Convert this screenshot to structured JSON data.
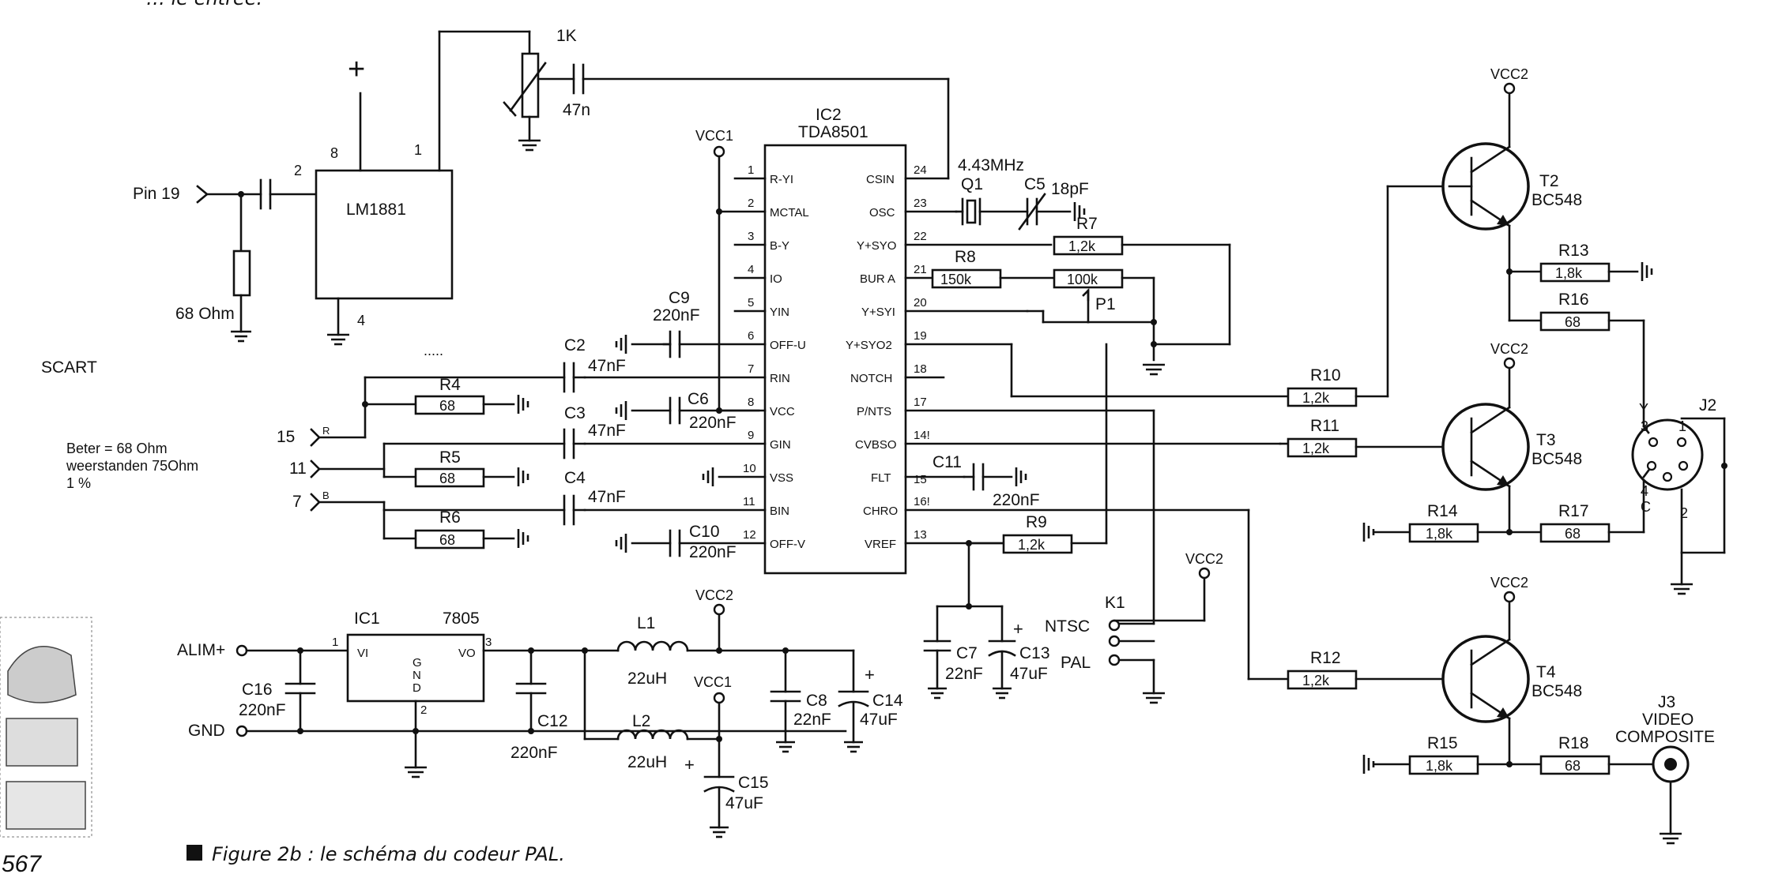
{
  "header_fragment": "… le entrée.",
  "caption": "Figure 2b : le schéma du codeur PAL.",
  "margin_number": "567",
  "notes": {
    "scart": "SCART",
    "beter_line1": "Beter = 68 Ohm",
    "beter_line2": "weerstanden 75Ohm",
    "beter_line3": "1 %"
  },
  "connectors": {
    "pin19": "Pin 19",
    "pin15": "15",
    "pin11": "11",
    "pin7": "7",
    "alim": "ALIM+",
    "gnd": "GND",
    "plus": "+"
  },
  "ics": {
    "lm1881": {
      "name": "LM1881",
      "pins": [
        "2",
        "8",
        "1",
        "4"
      ]
    },
    "ic2": {
      "ref": "IC2",
      "name": "TDA8501",
      "left_pins": [
        {
          "num": "1",
          "name": "R-YI"
        },
        {
          "num": "2",
          "name": "MCTAL"
        },
        {
          "num": "3",
          "name": "B-Y"
        },
        {
          "num": "4",
          "name": "IO"
        },
        {
          "num": "5",
          "name": "YIN"
        },
        {
          "num": "6",
          "name": "OFF-U"
        },
        {
          "num": "7",
          "name": "RIN"
        },
        {
          "num": "8",
          "name": "VCC"
        },
        {
          "num": "9",
          "name": "GIN"
        },
        {
          "num": "10",
          "name": "VSS"
        },
        {
          "num": "11",
          "name": "BIN"
        },
        {
          "num": "12",
          "name": "OFF-V"
        }
      ],
      "right_pins": [
        {
          "num": "24",
          "name": "CSIN"
        },
        {
          "num": "23",
          "name": "OSC"
        },
        {
          "num": "22",
          "name": "Y+SYO"
        },
        {
          "num": "21",
          "name": "BUR A"
        },
        {
          "num": "20",
          "name": "Y+SYI"
        },
        {
          "num": "19",
          "name": "Y+SYO2"
        },
        {
          "num": "18",
          "name": "NOTCH"
        },
        {
          "num": "17",
          "name": "P/NTS"
        },
        {
          "num": "14!",
          "name": "CVBSO"
        },
        {
          "num": "15",
          "name": "FLT"
        },
        {
          "num": "16!",
          "name": "CHRO"
        },
        {
          "num": "13",
          "name": "VREF"
        }
      ]
    },
    "ic1": {
      "ref": "IC1",
      "name": "7805",
      "vi": "VI",
      "vo": "VO",
      "gnd": "GND",
      "pins": [
        "1",
        "3",
        "2"
      ]
    }
  },
  "supplies": {
    "vcc1": "VCC1",
    "vcc2": "VCC2"
  },
  "resistors": {
    "r4": {
      "ref": "R4",
      "value": "68"
    },
    "r5": {
      "ref": "R5",
      "value": "68"
    },
    "r6": {
      "ref": "R6",
      "value": "68"
    },
    "r68": {
      "value": "68 Ohm"
    },
    "r7": {
      "ref": "R7",
      "value": "1,2k"
    },
    "r8": {
      "ref": "R8",
      "value": "150k"
    },
    "p1": {
      "ref": "P1",
      "value": "100k"
    },
    "r9": {
      "ref": "R9",
      "value": "1,2k"
    },
    "r10": {
      "ref": "R10",
      "value": "1,2k"
    },
    "r11": {
      "ref": "R11",
      "value": "1,2k"
    },
    "r12": {
      "ref": "R12",
      "value": "1,2k"
    },
    "r13": {
      "ref": "R13",
      "value": "1,8k"
    },
    "r14": {
      "ref": "R14",
      "value": "1,8k"
    },
    "r15": {
      "ref": "R15",
      "value": "1,8k"
    },
    "r16": {
      "ref": "R16",
      "value": "68"
    },
    "r17": {
      "ref": "R17",
      "value": "68"
    },
    "r18": {
      "ref": "R18",
      "value": "68"
    },
    "pot1k": {
      "value": "1K"
    }
  },
  "capacitors": {
    "c47n": {
      "value": "47n"
    },
    "c2": {
      "ref": "C2",
      "value": "47nF"
    },
    "c3": {
      "ref": "C3",
      "value": "47nF"
    },
    "c4": {
      "ref": "C4",
      "value": "47nF"
    },
    "c9": {
      "ref": "C9",
      "value": "220nF"
    },
    "c6": {
      "ref": "C6",
      "value": "220nF"
    },
    "c10": {
      "ref": "C10",
      "value": "220nF"
    },
    "c5": {
      "ref": "C5",
      "value": "18pF"
    },
    "c11": {
      "ref": "C11",
      "value": "220nF"
    },
    "c7": {
      "ref": "C7",
      "value": "22nF"
    },
    "c13": {
      "ref": "C13",
      "value": "47uF"
    },
    "c16": {
      "ref": "C16",
      "value": "220nF"
    },
    "c12": {
      "ref": "C12",
      "value": "220nF"
    },
    "c8": {
      "ref": "C8",
      "value": "22nF"
    },
    "c14": {
      "ref": "C14",
      "value": "47uF"
    },
    "c15": {
      "ref": "C15",
      "value": "47uF"
    }
  },
  "crystal": {
    "ref": "Q1",
    "value": "4.43MHz"
  },
  "inductors": {
    "l1": {
      "ref": "L1",
      "value": "22uH"
    },
    "l2": {
      "ref": "L2",
      "value": "22uH"
    }
  },
  "transistors": {
    "t2": {
      "ref": "T2",
      "type": "BC548"
    },
    "t3": {
      "ref": "T3",
      "type": "BC548"
    },
    "t4": {
      "ref": "T4",
      "type": "BC548"
    }
  },
  "switch": {
    "ref": "K1",
    "ntsc": "NTSC",
    "pal": "PAL"
  },
  "j2": {
    "ref": "J2",
    "y": "Y",
    "c": "C",
    "pin3": "3",
    "pin4": "4",
    "pin1": "1",
    "pin2": "2"
  },
  "j3": {
    "ref": "J3",
    "line1": "VIDEO",
    "line2": "COMPOSITE"
  },
  "misc": {
    "r_mark": "R",
    "b_mark": "B",
    "dots": "....."
  }
}
